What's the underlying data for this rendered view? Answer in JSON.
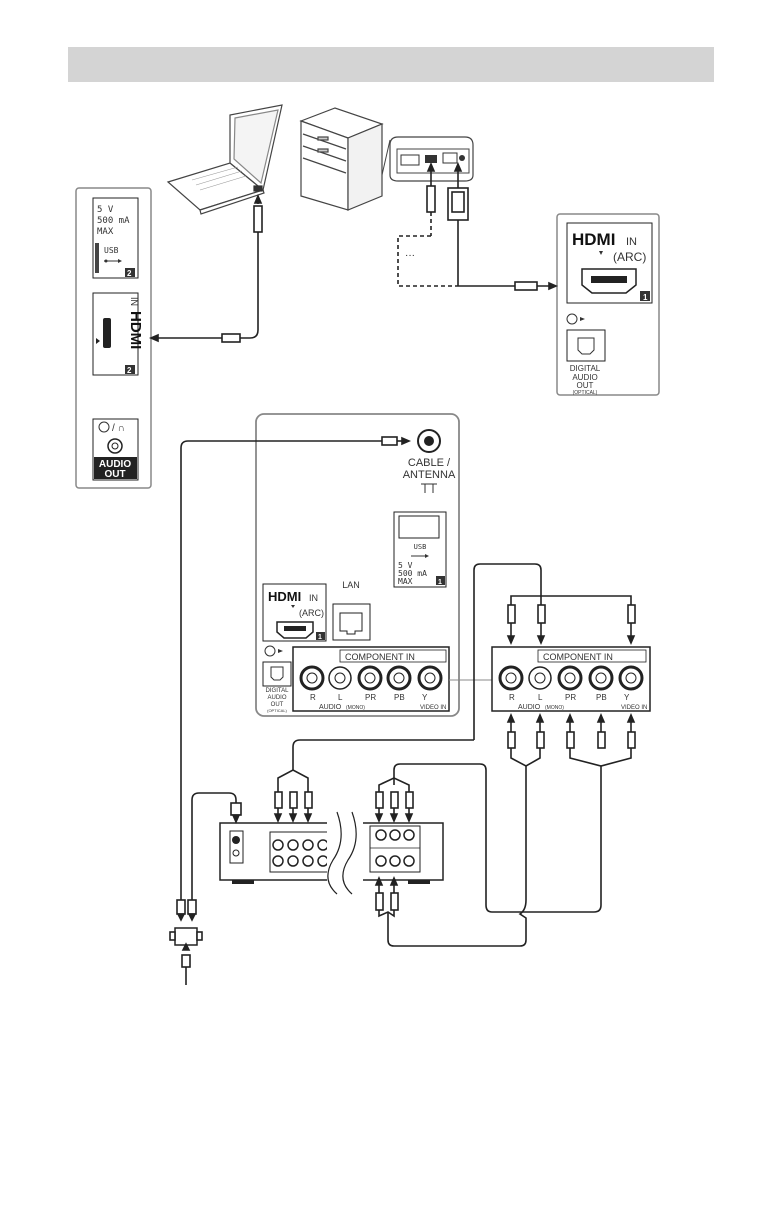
{
  "header": {
    "title": ""
  },
  "side_panel": {
    "usb_voltage": "5 V",
    "usb_current": "500 mA",
    "usb_max": "MAX",
    "usb_label": "USB",
    "usb_port_num": "2",
    "hdmi_logo": "HDMI",
    "hdmi_in": "IN",
    "hdmi_port_num": "2",
    "audio_out_line1": "AUDIO",
    "audio_out_line2": "OUT"
  },
  "right_hdmi_panel": {
    "hdmi_logo": "HDMI",
    "hdmi_in": "IN",
    "arc": "(ARC)",
    "port_num": "1",
    "digital_audio_line1": "DIGITAL",
    "digital_audio_line2": "AUDIO",
    "digital_audio_line3": "OUT",
    "optical": "(OPTICAL)"
  },
  "tv_rear": {
    "cable_antenna_line1": "CABLE /",
    "cable_antenna_line2": "ANTENNA",
    "usb_label": "USB",
    "usb_voltage": "5 V",
    "usb_current": "500 mA",
    "usb_max": "MAX",
    "usb_port_num": "1",
    "lan": "LAN",
    "hdmi_logo": "HDMI",
    "hdmi_in": "IN",
    "arc": "(ARC)",
    "hdmi_port_num": "1",
    "digital_audio_line1": "DIGITAL",
    "digital_audio_line2": "AUDIO",
    "digital_audio_line3": "OUT",
    "optical": "(OPTICAL)"
  },
  "component_panel": {
    "title": "COMPONENT IN",
    "r": "R",
    "l": "L",
    "pr": "PR",
    "pb": "PB",
    "y": "Y",
    "audio": "AUDIO",
    "mono": "(MONO)",
    "video_in": "VIDEO IN"
  },
  "colors": {
    "header": "#d4d4d4",
    "line": "#222222",
    "panel_border": "#888888"
  },
  "icons": [
    "laptop-icon",
    "pc-tower-icon",
    "usb-icon",
    "hdmi-port-icon",
    "optical-port-icon",
    "headphone-jack-icon",
    "coax-port-icon",
    "lan-port-icon",
    "rca-jack-icon",
    "splitter-icon"
  ]
}
